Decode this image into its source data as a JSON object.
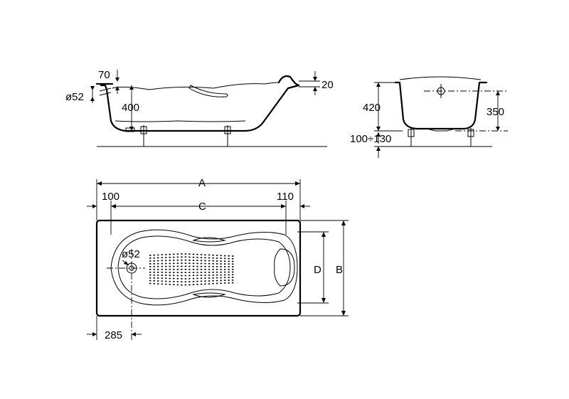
{
  "side_view": {
    "rim_height": "70",
    "drain_diameter": "ø52",
    "depth": "400",
    "headrest_rise": "20"
  },
  "end_view": {
    "total_height": "420",
    "inner_height": "350",
    "leg_range": "100÷130"
  },
  "plan_view": {
    "overall_length": "A",
    "inner_length": "C",
    "left_offset": "100",
    "right_offset": "110",
    "inner_width": "D",
    "overall_width": "B",
    "drain_diameter": "ø52",
    "drain_offset": "285"
  }
}
